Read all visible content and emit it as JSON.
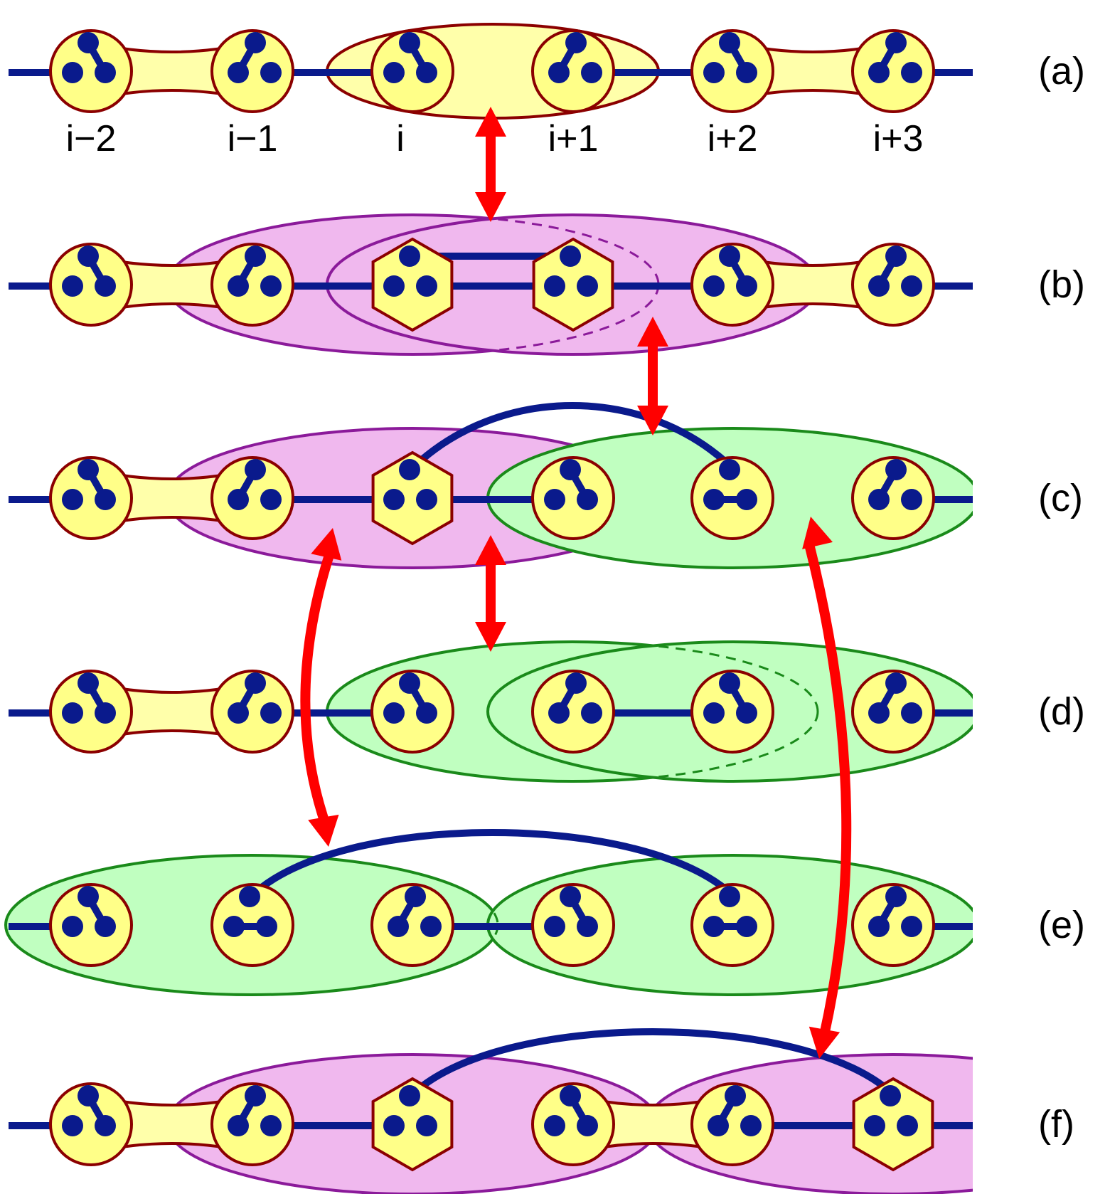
{
  "site_labels": [
    "i−2",
    "i−1",
    "i",
    "i+1",
    "i+2",
    "i+3"
  ],
  "row_labels": [
    "(a)",
    "(b)",
    "(c)",
    "(d)",
    "(e)",
    "(f)"
  ],
  "colors": {
    "chain_line": "#0a1a8c",
    "site_fill": "#ffff88",
    "site_stroke": "#8b0000",
    "yellow_bond": "#ffffaa",
    "magenta_cluster": "#f0b8ee",
    "magenta_stroke": "#8b1a9a",
    "green_cluster": "#c0ffc0",
    "green_stroke": "#1a8a1a",
    "arrow": "#ff0000"
  },
  "rows": [
    {
      "id": "a",
      "sites": [
        "circle-down",
        "circle-up",
        "circle-down",
        "circle-up",
        "circle-down",
        "circle-up"
      ],
      "necks": [
        [
          0,
          1
        ],
        [
          4,
          5
        ]
      ],
      "clusters": [
        {
          "color": "yellow",
          "from": 2,
          "to": 3
        }
      ],
      "bonds": [
        [
          1,
          2
        ],
        [
          3,
          4
        ]
      ]
    },
    {
      "id": "b",
      "sites": [
        "circle-down",
        "circle-up",
        "hexagon",
        "hexagon",
        "circle-down",
        "circle-up"
      ],
      "necks": [
        [
          0,
          1
        ],
        [
          4,
          5
        ]
      ],
      "clusters": [
        {
          "color": "magenta",
          "from": 1,
          "to": 3
        },
        {
          "color": "magenta",
          "from": 2,
          "to": 4
        }
      ],
      "bonds": [
        [
          1,
          2
        ],
        [
          2,
          3
        ],
        [
          3,
          4
        ]
      ]
    },
    {
      "id": "c",
      "sites": [
        "circle-down",
        "circle-up",
        "hexagon",
        "circle-down",
        "circle-horizontal",
        "circle-up"
      ],
      "necks": [
        [
          0,
          1
        ]
      ],
      "clusters": [
        {
          "color": "magenta",
          "from": 1,
          "to": 3
        },
        {
          "color": "green",
          "from": 3,
          "to": 5
        }
      ],
      "bonds": [
        [
          1,
          2
        ],
        [
          2,
          3
        ]
      ],
      "arcs": [
        [
          2,
          4
        ]
      ]
    },
    {
      "id": "d",
      "sites": [
        "circle-down",
        "circle-up",
        "circle-down",
        "circle-up",
        "circle-down",
        "circle-up"
      ],
      "necks": [
        [
          0,
          1
        ]
      ],
      "clusters": [
        {
          "color": "green",
          "from": 2,
          "to": 4
        },
        {
          "color": "green",
          "from": 3,
          "to": 5
        }
      ],
      "bonds": [
        [
          1,
          2
        ],
        [
          3,
          4
        ]
      ]
    },
    {
      "id": "e",
      "sites": [
        "circle-down",
        "circle-horizontal",
        "circle-up",
        "circle-down",
        "circle-horizontal",
        "circle-up"
      ],
      "necks": [],
      "clusters": [
        {
          "color": "green",
          "from": 0,
          "to": 2
        },
        {
          "color": "green",
          "from": 3,
          "to": 5
        }
      ],
      "bonds": [
        [
          2,
          3
        ]
      ],
      "arcs": [
        [
          1,
          4
        ]
      ]
    },
    {
      "id": "f",
      "sites": [
        "circle-down",
        "circle-up",
        "hexagon",
        "circle-down",
        "circle-up",
        "hexagon"
      ],
      "necks": [
        [
          0,
          1
        ],
        [
          3,
          4
        ]
      ],
      "clusters": [
        {
          "color": "magenta",
          "from": 1,
          "to": 3
        },
        {
          "color": "magenta",
          "from": 4,
          "to": 6
        }
      ],
      "bonds": [
        [
          1,
          2
        ],
        [
          4,
          5
        ]
      ],
      "arcs": [
        [
          2,
          5
        ]
      ]
    }
  ],
  "arrows": [
    {
      "name": "arrow-a-b",
      "type": "straight",
      "between": [
        "a",
        "b"
      ]
    },
    {
      "name": "arrow-b-c",
      "type": "straight",
      "between": [
        "b",
        "c"
      ]
    },
    {
      "name": "arrow-c-d",
      "type": "straight",
      "between": [
        "c",
        "d"
      ]
    },
    {
      "name": "arrow-c-e",
      "type": "curved",
      "between": [
        "c",
        "e"
      ]
    },
    {
      "name": "arrow-c-f",
      "type": "curved",
      "between": [
        "c",
        "f"
      ]
    }
  ]
}
